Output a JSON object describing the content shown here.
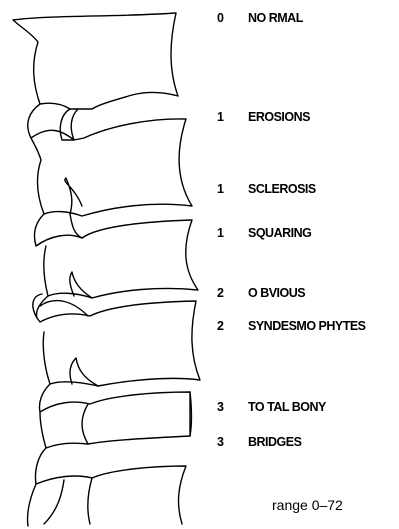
{
  "items": [
    {
      "score": "0",
      "label": "NO RMAL"
    },
    {
      "score": "1",
      "label": "EROSIONS"
    },
    {
      "score": "1",
      "label": "SCLEROSIS"
    },
    {
      "score": "1",
      "label": "SQUARING"
    },
    {
      "score": "2",
      "label": "O BVIOUS"
    },
    {
      "score": "2",
      "label": "SYNDESMO PHYTES"
    },
    {
      "score": "3",
      "label": "TO TAL BONY"
    },
    {
      "score": "3",
      "label": "BRIDGES"
    }
  ],
  "range_text": "range 0–72",
  "colors": {
    "line": "#000000",
    "background": "#ffffff"
  }
}
